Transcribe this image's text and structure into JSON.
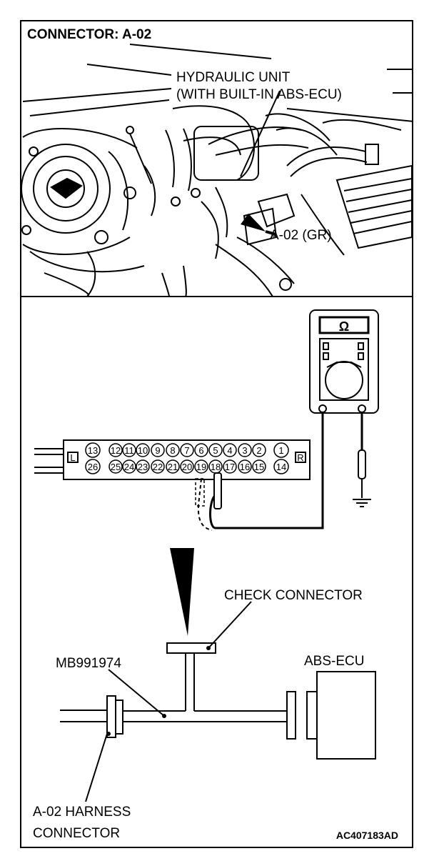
{
  "header": {
    "title": "CONNECTOR: A-02"
  },
  "photo": {
    "unit_label_line1": "HYDRAULIC UNIT",
    "unit_label_line2": "(WITH BUILT-IN ABS-ECU)",
    "connector_label": "A-02 (GR)"
  },
  "meter": {
    "symbol": "Ω"
  },
  "connector": {
    "side_left": "L",
    "side_right": "R",
    "top_row": [
      "13",
      "12",
      "11",
      "10",
      "9",
      "8",
      "7",
      "6",
      "5",
      "4",
      "3",
      "2",
      "1"
    ],
    "bottom_row": [
      "26",
      "25",
      "24",
      "23",
      "22",
      "21",
      "20",
      "19",
      "18",
      "17",
      "16",
      "15",
      "14"
    ]
  },
  "harness": {
    "check_connector": "CHECK CONNECTOR",
    "tool": "MB991974",
    "ecu": "ABS-ECU",
    "harness_line1": "A-02 HARNESS",
    "harness_line2": "CONNECTOR",
    "figure_code": "AC407183AD"
  }
}
